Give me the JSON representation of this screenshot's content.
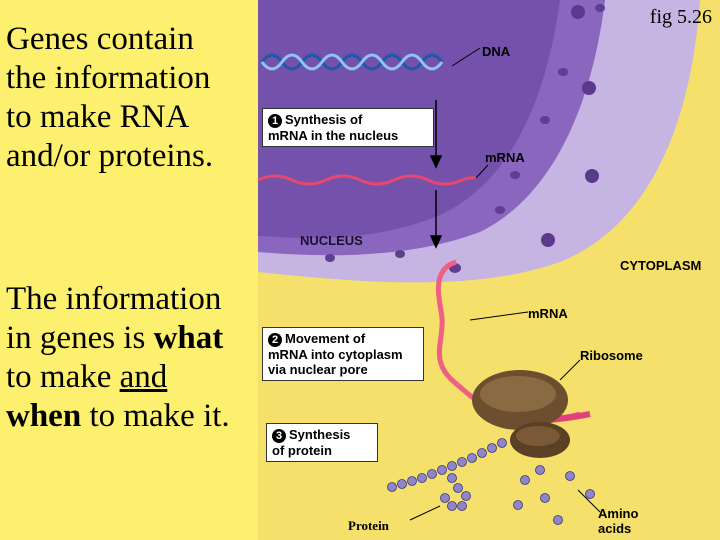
{
  "slide": {
    "text1_lines": [
      "Genes contain",
      "the information",
      "to make RNA",
      "and/or proteins."
    ],
    "text2": {
      "p1": "The information",
      "p2": "in genes is ",
      "what": "what",
      "p3": "to make ",
      "and": "and",
      "when": "when",
      "p4": " to make it."
    }
  },
  "figure": {
    "fig_label": "fig 5.26",
    "labels": {
      "dna": "DNA",
      "mrna_nucleus": "mRNA",
      "nucleus": "NUCLEUS",
      "cytoplasm": "CYTOPLASM",
      "mrna_cyto": "mRNA",
      "ribosome": "Ribosome",
      "amino_line1": "Amino",
      "amino_line2": "acids",
      "protein": "Protein"
    },
    "steps": [
      {
        "num": "1",
        "line1": "Synthesis of",
        "line2": "mRNA in the nucleus"
      },
      {
        "num": "2",
        "line1": "Movement of",
        "line2": "mRNA into cytoplasm",
        "line3": "via nuclear pore"
      },
      {
        "num": "3",
        "line1": "Synthesis",
        "line2": "of protein"
      }
    ],
    "colors": {
      "background": "#fcf06e",
      "nucleus_outer": "#b7a3d6",
      "nucleus_inner": "#7d5ab3",
      "mrna": "#ef5f86",
      "dna": "#5a9fe0",
      "ribosome": "#6b4f2e",
      "amino_acid": "#8f86c8"
    }
  }
}
